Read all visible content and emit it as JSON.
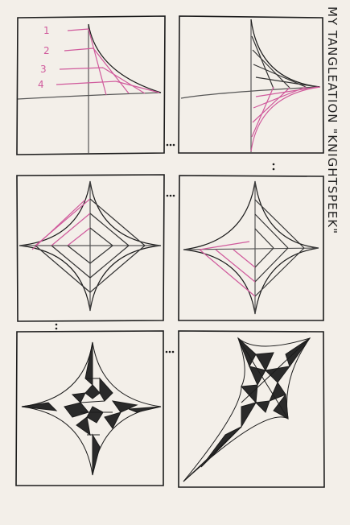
{
  "title": "MY TANGLEATION \"KNIGHTSPEEK\"",
  "step_labels": [
    "1",
    "2",
    "3",
    "4"
  ],
  "continuation_mark": ":..",
  "colors": {
    "paper": "#f3efe9",
    "ink": "#1c1c1c",
    "guide": "#d05a9c",
    "shade": "#2a2a2a"
  },
  "panels": [
    {
      "name": "step-1-guides",
      "stage": 1
    },
    {
      "name": "step-2-curves",
      "stage": 2
    },
    {
      "name": "step-3-four-points",
      "stage": 3
    },
    {
      "name": "step-4-inked-lines",
      "stage": 4
    },
    {
      "name": "step-5-shaded",
      "stage": 5
    },
    {
      "name": "step-6-variation",
      "stage": 6
    }
  ]
}
